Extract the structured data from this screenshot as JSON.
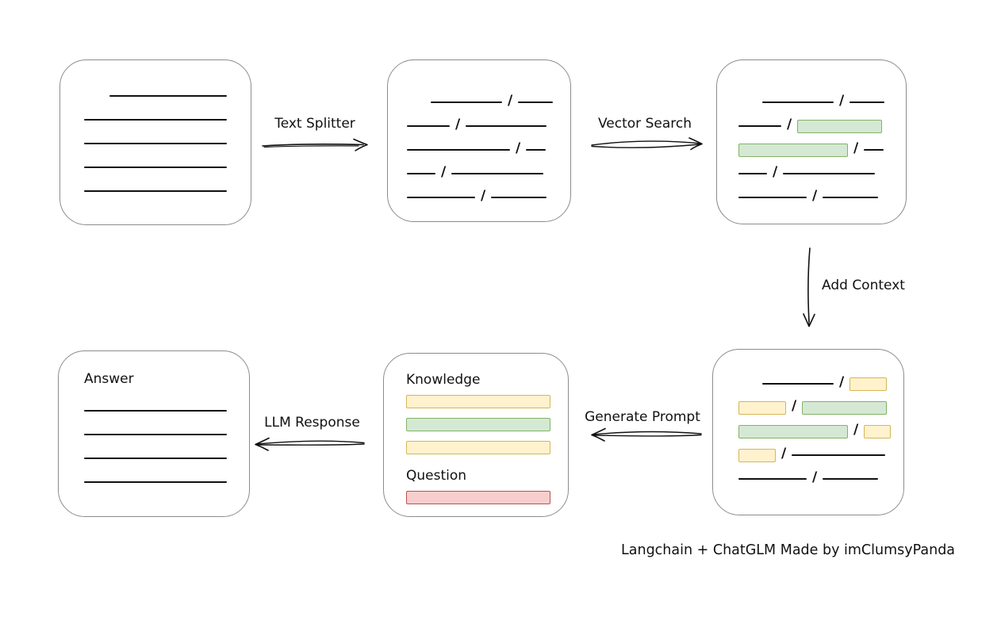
{
  "caption": "Langchain + ChatGLM Made by imClumsyPanda",
  "slash": "/",
  "colors": {
    "card_border": "#8c8c8c",
    "line": "#111111",
    "green_fill": "#d5e8d4",
    "green_border": "#82b366",
    "yellow_fill": "#fff2cc",
    "yellow_border": "#d6b656",
    "red_fill": "#f8cecc",
    "red_border": "#b85450"
  },
  "arrows": {
    "text_splitter": {
      "label": "Text Splitter",
      "direction": "right"
    },
    "vector_search": {
      "label": "Vector Search",
      "direction": "right"
    },
    "add_context": {
      "label": "Add Context",
      "direction": "down"
    },
    "generate_prompt": {
      "label": "Generate Prompt",
      "direction": "left"
    },
    "llm_response": {
      "label": "LLM Response",
      "direction": "left"
    }
  },
  "cards": {
    "source": {
      "lines": [
        {
          "indent": 32,
          "w": 148
        },
        {
          "indent": 0,
          "w": 180
        },
        {
          "indent": 0,
          "w": 180
        },
        {
          "indent": 0,
          "w": 180
        },
        {
          "indent": 0,
          "w": 180
        }
      ]
    },
    "split": {
      "rows": [
        {
          "indent": 30,
          "segments": [
            {
              "kind": "line",
              "w": 90
            },
            {
              "kind": "line",
              "w": 44
            }
          ]
        },
        {
          "indent": 0,
          "segments": [
            {
              "kind": "line",
              "w": 54
            },
            {
              "kind": "line",
              "w": 102
            }
          ]
        },
        {
          "indent": 0,
          "segments": [
            {
              "kind": "line",
              "w": 130
            },
            {
              "kind": "line",
              "w": 25
            }
          ]
        },
        {
          "indent": 0,
          "segments": [
            {
              "kind": "line",
              "w": 36
            },
            {
              "kind": "line",
              "w": 116
            }
          ]
        },
        {
          "indent": 0,
          "segments": [
            {
              "kind": "line",
              "w": 86
            },
            {
              "kind": "line",
              "w": 70
            }
          ]
        }
      ]
    },
    "vector": {
      "rows": [
        {
          "indent": 30,
          "segments": [
            {
              "kind": "line",
              "w": 90
            },
            {
              "kind": "line",
              "w": 44
            }
          ]
        },
        {
          "indent": 0,
          "segments": [
            {
              "kind": "line",
              "w": 54
            },
            {
              "kind": "green",
              "w": 107
            }
          ]
        },
        {
          "indent": 0,
          "segments": [
            {
              "kind": "green",
              "w": 138
            },
            {
              "kind": "line",
              "w": 25
            }
          ]
        },
        {
          "indent": 0,
          "segments": [
            {
              "kind": "line",
              "w": 36
            },
            {
              "kind": "line",
              "w": 116
            }
          ]
        },
        {
          "indent": 0,
          "segments": [
            {
              "kind": "line",
              "w": 86
            },
            {
              "kind": "line",
              "w": 70
            }
          ]
        }
      ]
    },
    "context": {
      "rows": [
        {
          "indent": 30,
          "segments": [
            {
              "kind": "line",
              "w": 90
            },
            {
              "kind": "yellow",
              "w": 47
            }
          ]
        },
        {
          "indent": 0,
          "segments": [
            {
              "kind": "yellow",
              "w": 60
            },
            {
              "kind": "green",
              "w": 107
            }
          ]
        },
        {
          "indent": 0,
          "segments": [
            {
              "kind": "green",
              "w": 138
            },
            {
              "kind": "yellow",
              "w": 34
            }
          ]
        },
        {
          "indent": 0,
          "segments": [
            {
              "kind": "yellow",
              "w": 47
            },
            {
              "kind": "line",
              "w": 118
            }
          ]
        },
        {
          "indent": 0,
          "segments": [
            {
              "kind": "line",
              "w": 86
            },
            {
              "kind": "line",
              "w": 70
            }
          ]
        }
      ]
    },
    "prompt": {
      "knowledge_label": "Knowledge",
      "question_label": "Question",
      "knowledge_bars": [
        {
          "kind": "yellow"
        },
        {
          "kind": "green"
        },
        {
          "kind": "yellow"
        }
      ],
      "question_bars": [
        {
          "kind": "red"
        }
      ]
    },
    "answer": {
      "title": "Answer",
      "lines": [
        {
          "indent": 0,
          "w": 180
        },
        {
          "indent": 0,
          "w": 180
        },
        {
          "indent": 0,
          "w": 180
        },
        {
          "indent": 0,
          "w": 180
        }
      ]
    }
  }
}
